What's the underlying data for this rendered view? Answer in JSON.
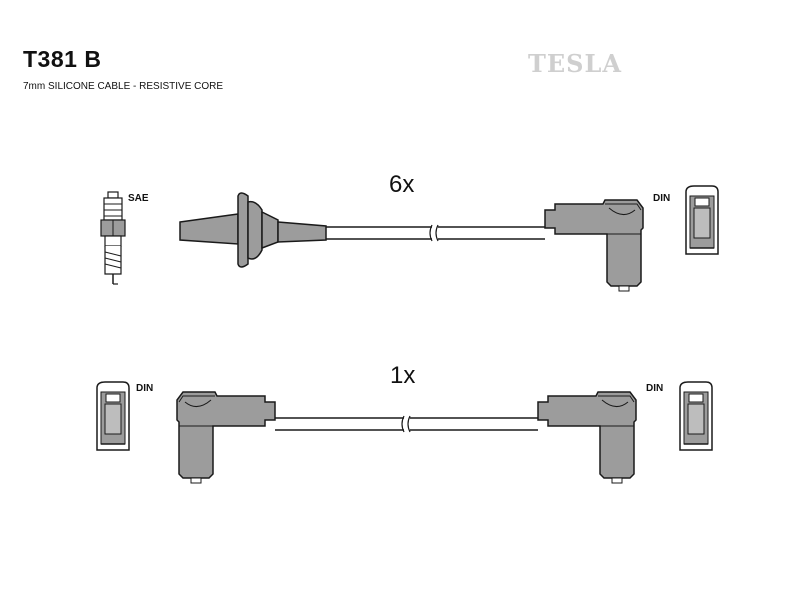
{
  "header": {
    "part_number": "T381 B",
    "description": "7mm SILICONE CABLE - RESISTIVE CORE",
    "brand": "TESLA"
  },
  "cable_sets": [
    {
      "quantity": "6x",
      "left_terminal": "SAE",
      "right_terminal": "DIN"
    },
    {
      "quantity": "1x",
      "left_terminal": "DIN",
      "right_terminal": "DIN"
    }
  ],
  "colors": {
    "boot_fill": "#9c9c9c",
    "outline": "#1a1a1a",
    "brand_text": "#cfcfcf"
  }
}
